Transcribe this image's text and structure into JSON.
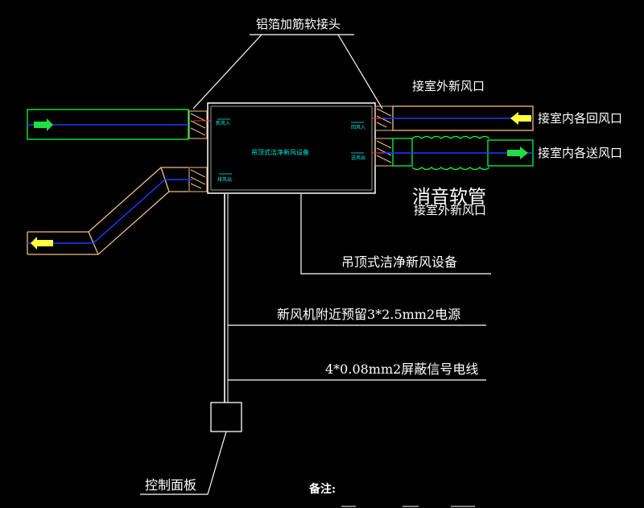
{
  "labels": {
    "flex_connector": "铝箔加筋软接头",
    "outdoor_fresh_air_top": "接室外新风口",
    "indoor_return_air": "接室内各回风口",
    "indoor_supply_air": "接室内各送风口",
    "silencer_hose": "消音软管",
    "outdoor_fresh_air_overlap": "接室外新风口",
    "unit_callout": "吊顶式洁净新风设备",
    "unit_body_text": "吊顶式洁净新风设备",
    "power_note": "新风机附近预留3*2.5mm2电源",
    "signal_note": "4*0.08mm2屏蔽信号电线",
    "control_panel": "控制面板",
    "remarks": "备注:",
    "port_top_left": "新风入",
    "port_top_right": "回风入",
    "port_bottom_left": "排风出",
    "port_bottom_right": "送风出"
  },
  "colors": {
    "duct_outline": "#f0c080",
    "duct_core": "#1a3cff",
    "unit_outline": "#ffffff",
    "fresh_duct": "#00ff40",
    "arrow_yellow": "#ffff40",
    "arrow_green": "#22dd44",
    "annotation_text": "#ffffff",
    "unit_text": "#00e8e0"
  }
}
